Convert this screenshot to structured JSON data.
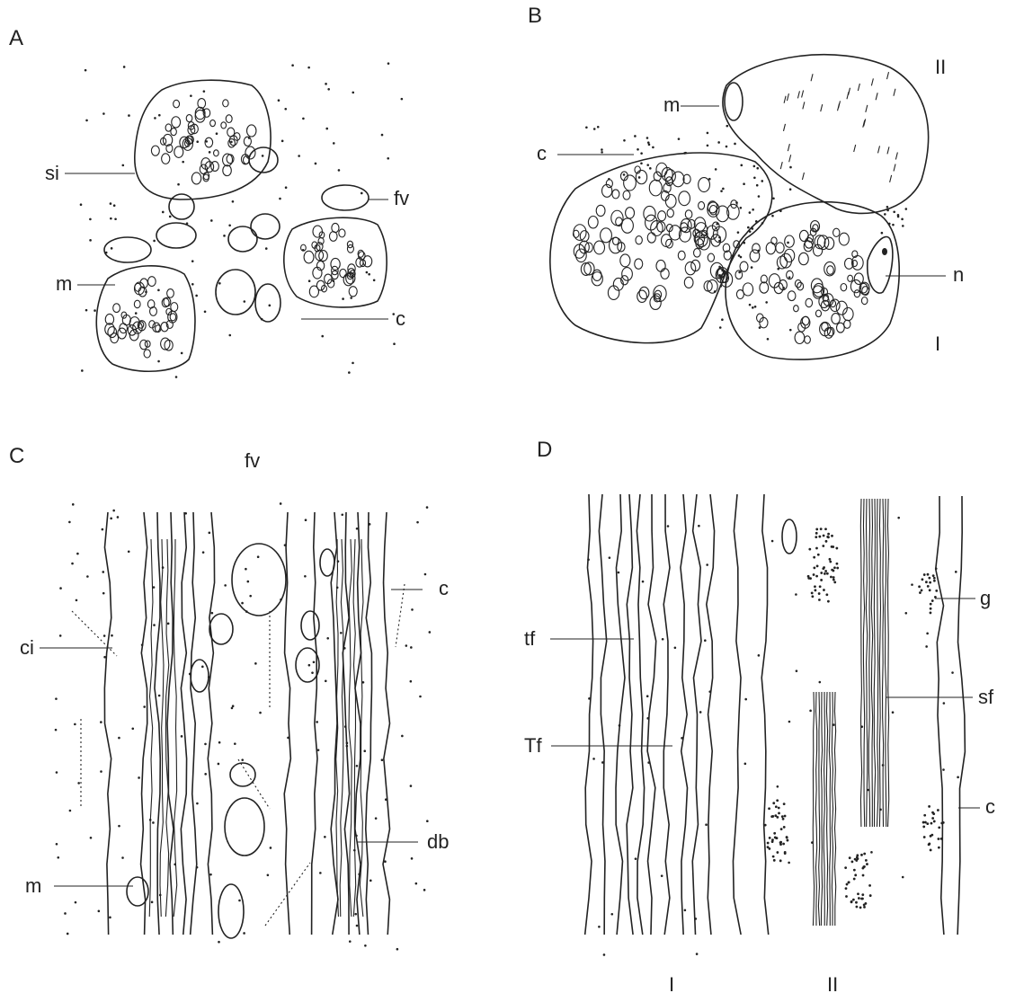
{
  "panels": {
    "a": {
      "letter": "A",
      "labels": {
        "si": "si",
        "fv": "fv",
        "m": "m",
        "c": "c"
      }
    },
    "b": {
      "letter": "B",
      "labels": {
        "m": "m",
        "c": "c",
        "n": "n",
        "roman_upper": "II",
        "roman_lower": "I"
      }
    },
    "c": {
      "letter": "C",
      "labels": {
        "fv": "fv",
        "c": "c",
        "ci": "ci",
        "db": "db",
        "m": "m"
      }
    },
    "d": {
      "letter": "D",
      "labels": {
        "tf": "tf",
        "Tf": "Tf",
        "g": "g",
        "sf": "sf",
        "c": "c",
        "roman_left": "I",
        "roman_right": "II"
      }
    }
  },
  "colors": {
    "ink": "#222222",
    "background": "#ffffff"
  }
}
